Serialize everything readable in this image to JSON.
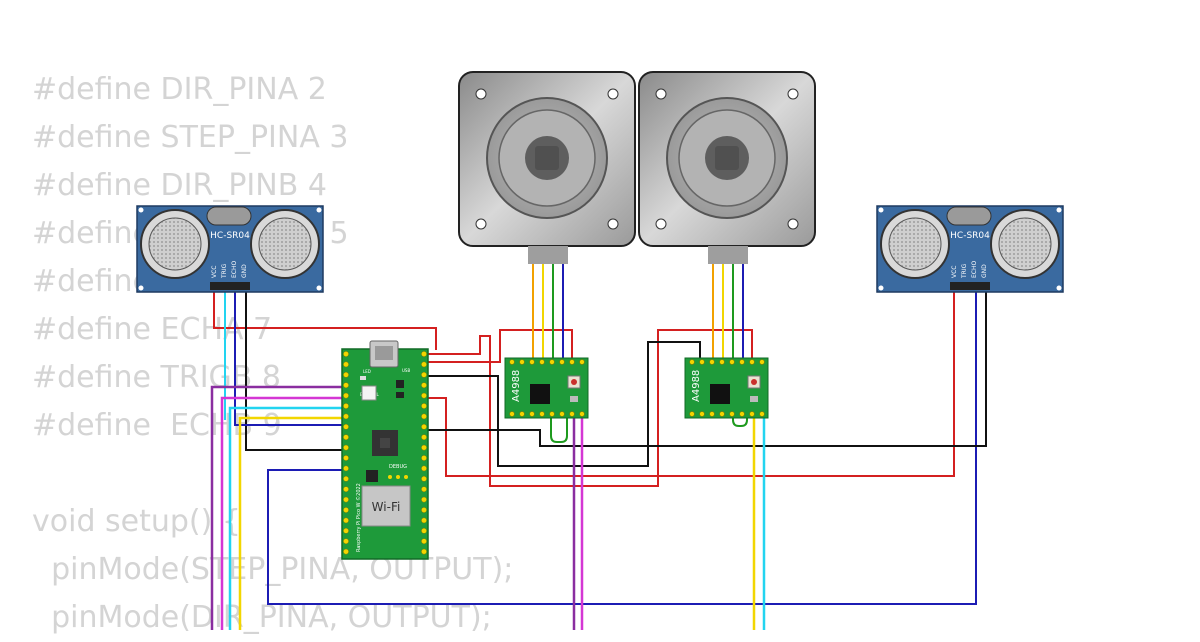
{
  "code_lines": [
    "#define DIR_PINA 2",
    "#define STEP_PINA 3",
    "#define DIR_PINB 4",
    "#define STEP_PINB 5",
    "#define TRIGA 6",
    "#define ECHA 7",
    "#define TRIGB 8",
    "#define  ECHB 9",
    "",
    "void setup() {",
    "  pinMode(STEP_PINA, OUTPUT);",
    "  pinMode(DIR_PINA, OUTPUT);"
  ],
  "components": {
    "sensor_left": {
      "model": "HC-SR04",
      "pins": [
        "VCC",
        "TRIG",
        "ECHO",
        "GND"
      ]
    },
    "sensor_right": {
      "model": "HC-SR04",
      "pins": [
        "VCC",
        "TRIG",
        "ECHO",
        "GND"
      ]
    },
    "driver_a": {
      "label": "A4988"
    },
    "driver_b": {
      "label": "A4988"
    },
    "pico": {
      "wifi_label": "Wi-Fi",
      "usb_label": "USB",
      "led_label": "LED",
      "bootsel_label": "BOOTSEL",
      "debug_label": "DEBUG",
      "board_text": "Raspberry Pi Pico W ©2022"
    }
  },
  "colors": {
    "red": "#d42020",
    "black": "#111111",
    "blue": "#1c1cb4",
    "yellow": "#f2d600",
    "cyan": "#22d4f0",
    "purple": "#8a2ea0",
    "magenta": "#d437d4",
    "green": "#1e9a1e",
    "orange": "#f2a100",
    "pcb_green": "#1e9a3a",
    "sensor_blue": "#3a6aa0"
  }
}
